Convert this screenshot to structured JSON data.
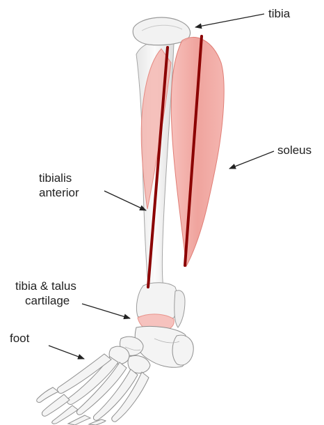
{
  "labels": {
    "tibia": "tibia",
    "soleus": "soleus",
    "tibialis_anterior": [
      "tibialis",
      "anterior"
    ],
    "cartilage": [
      "tibia & talus",
      "cartilage"
    ],
    "foot": "foot"
  },
  "colors": {
    "muscle_fill": "#f2a5a0",
    "muscle_stroke": "#e8867f",
    "muscle_line": "#8b0000",
    "bone_fill": "#f4f4f4",
    "bone_stroke": "#9a9a9a",
    "cartilage": "#f7c8c4",
    "arrow": "#222222",
    "text": "#222222"
  }
}
